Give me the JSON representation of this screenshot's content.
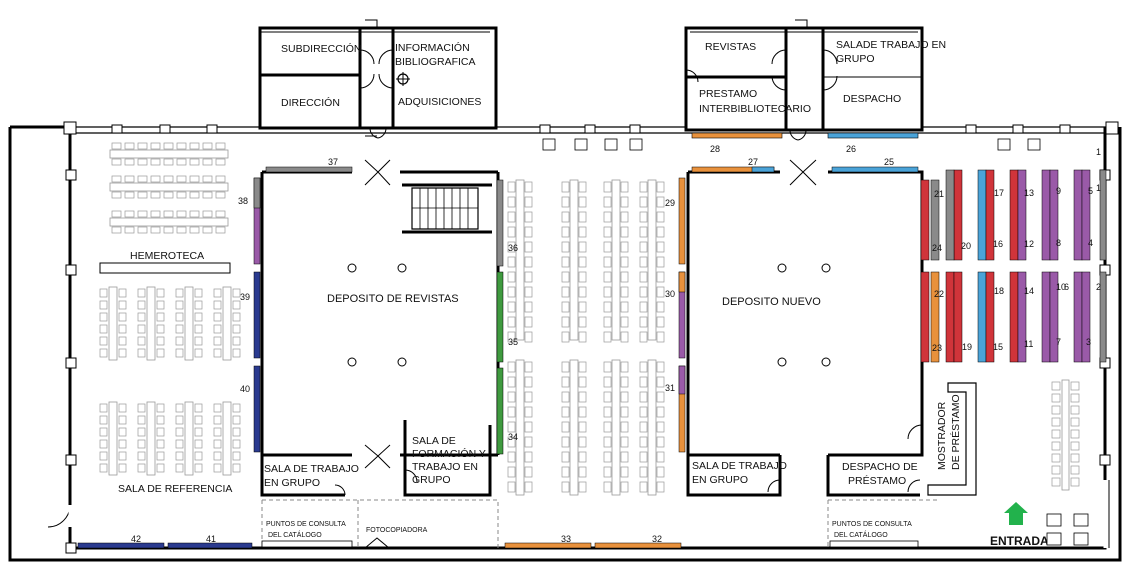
{
  "plan": {
    "rooms": {
      "subdireccion": "SUBDIRECCIÓN",
      "direccion": "DIRECCIÓN",
      "informacion_1": "INFORMACIÓN",
      "informacion_2": "BIBLIOGRAFICA",
      "adquisiciones": "ADQUISICIONES",
      "revistas": "REVISTAS",
      "prestamo_1": "PRESTAMO",
      "prestamo_2": "INTERBIBLIOTECARIO",
      "sala_trabajo_top_1": "SALADE TRABAJO EN",
      "sala_trabajo_top_2": "GRUPO",
      "despacho": "DESPACHO",
      "hemeroteca": "HEMEROTECA",
      "sala_referencia": "SALA DE REFERENCIA",
      "deposito_revistas": "DEPOSITO DE REVISTAS",
      "deposito_nuevo": "DEPOSITO NUEVO",
      "sala_grupo_left_1": "SALA DE TRABAJO",
      "sala_grupo_left_2": "EN GRUPO",
      "formacion_1": "SALA DE",
      "formacion_2": "FORMACIÓN Y",
      "formacion_3": "TRABAJO EN",
      "formacion_4": "GRUPO",
      "sala_grupo_right_1": "SALA DE TRABAJO",
      "sala_grupo_right_2": "EN GRUPO",
      "despacho_prestamo_1": "DESPACHO DE",
      "despacho_prestamo_2": "PRÉSTAMO",
      "mostrador_1": "MOSTRADOR",
      "mostrador_2": "DE PRÉSTAMO",
      "puntos_left_1": "PUNTOS DE CONSULTA",
      "puntos_left_2": "DEL CATÁLOGO",
      "fotocopiadora": "FOTOCOPIADORA",
      "puntos_right_1": "PUNTOS DE CONSULTA",
      "puntos_right_2": "DEL CATÁLOGO",
      "entrada": "ENTRADA"
    },
    "shelves": {
      "s1": "1",
      "s1b": "1",
      "s2": "2",
      "s3": "3",
      "s4": "4",
      "s5": "5",
      "s6": "6",
      "s7": "7",
      "s8": "8",
      "s9": "9",
      "s10": "10",
      "s11": "11",
      "s12": "12",
      "s13": "13",
      "s14": "14",
      "s15": "15",
      "s16": "16",
      "s17": "17",
      "s18": "18",
      "s19": "19",
      "s20": "20",
      "s21": "21",
      "s22": "22",
      "s23": "23",
      "s24": "24",
      "s25": "25",
      "s26": "26",
      "s27": "27",
      "s28": "28",
      "s29": "29",
      "s30": "30",
      "s31": "31",
      "s32": "32",
      "s33": "33",
      "s34": "34",
      "s35": "35",
      "s36": "36",
      "s37": "37",
      "s38": "38",
      "s39": "39",
      "s40": "40",
      "s41": "41",
      "s42": "42"
    },
    "colors": {
      "orange": "#e8913c",
      "blue": "#4aa3d8",
      "navy": "#2a3a8f",
      "green": "#3f9a3f",
      "purple": "#9a5aa8",
      "red": "#d0343a",
      "grey": "#8a8a8a",
      "arrow": "#22b24c"
    }
  }
}
